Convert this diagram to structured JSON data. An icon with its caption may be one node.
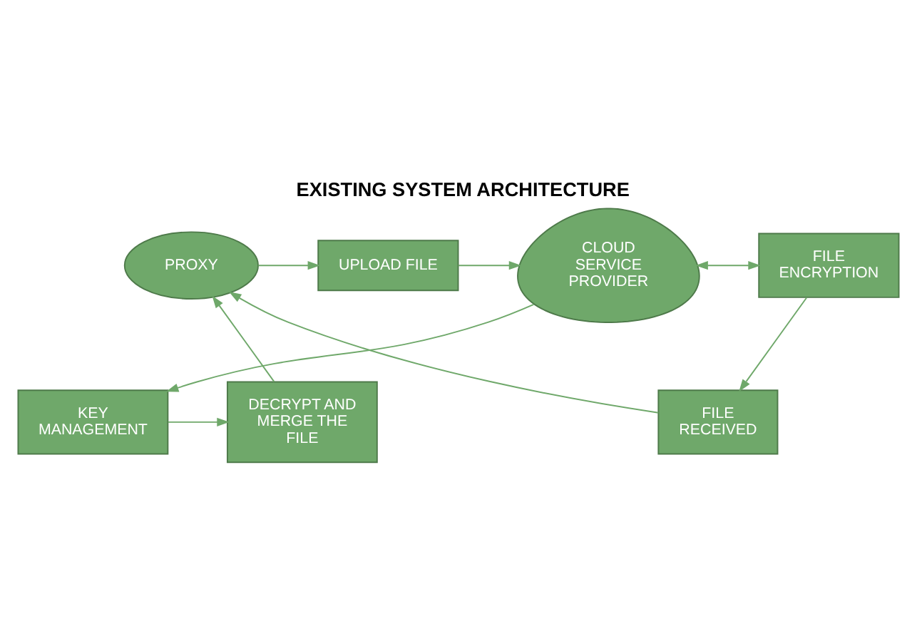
{
  "diagram": {
    "title": "EXISTING SYSTEM ARCHITECTURE",
    "nodes": [
      {
        "text": [
          "PROXY"
        ]
      },
      {
        "text": [
          "UPLOAD FILE"
        ]
      },
      {
        "text": [
          "CLOUD SERVICE PROVIDER"
        ]
      },
      {
        "text": [
          "FILE ENCRYPTION"
        ]
      },
      {
        "text": [
          "KEY MANAGEMENT"
        ]
      },
      {
        "text": [
          "DECRYPT AND MERGE THE FILE"
        ]
      },
      {
        "text": [
          "FILE RECEIVED"
        ]
      }
    ],
    "edges": [
      {
        "from": 0,
        "to": 1,
        "arrow": "to"
      },
      {
        "from": 1,
        "to": 2,
        "arrow": "to"
      },
      {
        "from": 2,
        "to": 3,
        "arrow": "both"
      },
      {
        "from": 2,
        "to": 4,
        "arrow": "to"
      },
      {
        "from": 4,
        "to": 5,
        "arrow": "to"
      },
      {
        "from": 5,
        "to": 0,
        "arrow": "to"
      },
      {
        "from": 3,
        "to": 6,
        "arrow": "to"
      },
      {
        "from": 6,
        "to": 0,
        "arrow": "to"
      }
    ]
  }
}
